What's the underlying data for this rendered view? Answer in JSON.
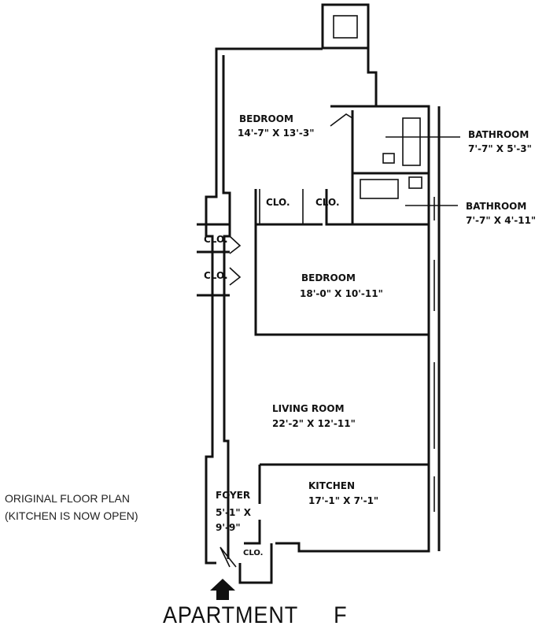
{
  "rooms": {
    "bedroom1": {
      "name": "BEDROOM",
      "size": "14'-7\" X 13'-3\""
    },
    "bathroom1": {
      "name": "BATHROOM",
      "size": "7'-7\" X 5'-3\""
    },
    "bathroom2": {
      "name": "BATHROOM",
      "size": "7'-7\" X 4'-11\""
    },
    "bedroom2": {
      "name": "BEDROOM",
      "size": "18'-0\" X 10'-11\""
    },
    "living": {
      "name": "LIVING ROOM",
      "size": "22'-2\" X 12'-11\""
    },
    "kitchen": {
      "name": "KITCHEN",
      "size": "17'-1\" X 7'-1\""
    },
    "foyer": {
      "name": "FOYER",
      "size_line1": "5'-1\" X",
      "size_line2": "9'-9\""
    }
  },
  "closet_label": "CLO.",
  "note": {
    "line1": "ORIGINAL FLOOR PLAN",
    "line2": "(KITCHEN IS NOW OPEN)"
  },
  "title": {
    "name": "APARTMENT",
    "unit": "F"
  }
}
